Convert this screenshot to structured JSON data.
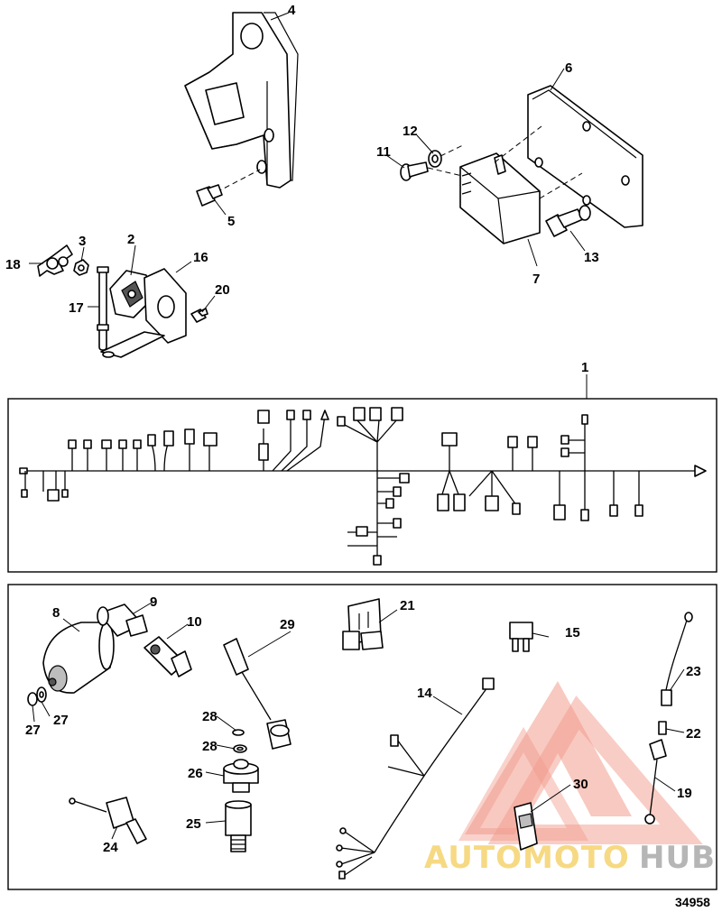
{
  "figure_number": "34958",
  "callouts": [
    {
      "id": "c1",
      "text": "1"
    },
    {
      "id": "c2",
      "text": "2"
    },
    {
      "id": "c3",
      "text": "3"
    },
    {
      "id": "c4",
      "text": "4"
    },
    {
      "id": "c5",
      "text": "5"
    },
    {
      "id": "c6",
      "text": "6"
    },
    {
      "id": "c7",
      "text": "7"
    },
    {
      "id": "c8",
      "text": "8"
    },
    {
      "id": "c9",
      "text": "9"
    },
    {
      "id": "c10",
      "text": "10"
    },
    {
      "id": "c11",
      "text": "11"
    },
    {
      "id": "c12",
      "text": "12"
    },
    {
      "id": "c13",
      "text": "13"
    },
    {
      "id": "c14",
      "text": "14"
    },
    {
      "id": "c15",
      "text": "15"
    },
    {
      "id": "c16",
      "text": "16"
    },
    {
      "id": "c17",
      "text": "17"
    },
    {
      "id": "c18",
      "text": "18"
    },
    {
      "id": "c19",
      "text": "19"
    },
    {
      "id": "c20",
      "text": "20"
    },
    {
      "id": "c21",
      "text": "21"
    },
    {
      "id": "c22",
      "text": "22"
    },
    {
      "id": "c23",
      "text": "23"
    },
    {
      "id": "c24",
      "text": "24"
    },
    {
      "id": "c25",
      "text": "25"
    },
    {
      "id": "c26",
      "text": "26"
    },
    {
      "id": "c27a",
      "text": "27"
    },
    {
      "id": "c27b",
      "text": "27"
    },
    {
      "id": "c28a",
      "text": "28"
    },
    {
      "id": "c28b",
      "text": "28"
    },
    {
      "id": "c29",
      "text": "29"
    },
    {
      "id": "c30",
      "text": "30"
    }
  ],
  "watermark": {
    "text_part1": "AUTOMOTO",
    "text_part2": "HUB",
    "color_primary": "#f08a78",
    "color_secondary": "#f2c74a",
    "color_tertiary": "#9a9a9a"
  }
}
